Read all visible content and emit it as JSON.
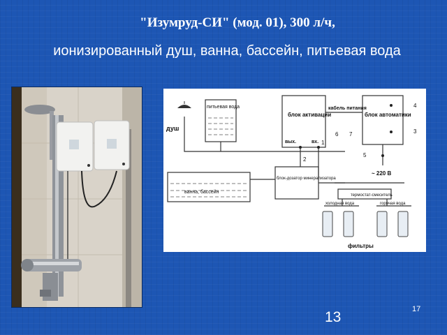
{
  "slide": {
    "title_line1": "\"Изумруд-СИ\" (мод. 01), 300 л/ч,",
    "title_line2": "ионизированный душ, ванна, бассейн, питьевая вода",
    "page_number": "13",
    "slide_number": "17"
  },
  "diagram": {
    "shower": "душ",
    "drinking_water": "питьевая вода",
    "activation_unit": "блок активации",
    "out": "вых.",
    "in": "вх.",
    "power_cable": "кабель питания",
    "automation_unit": "блок автоматики",
    "sensor_unit": "блок-дозатор минерализатора",
    "bath_pool": "ванна, бассейн",
    "thermostat": "термостат-смеситель",
    "cold_water": "холодная вода",
    "hot_water": "горячая вода",
    "filters": "фильтры",
    "voltage": "~ 220 В",
    "n1": "1",
    "n2": "2",
    "n3": "3",
    "n4": "4",
    "n5": "5",
    "n6": "6",
    "n7": "7"
  }
}
